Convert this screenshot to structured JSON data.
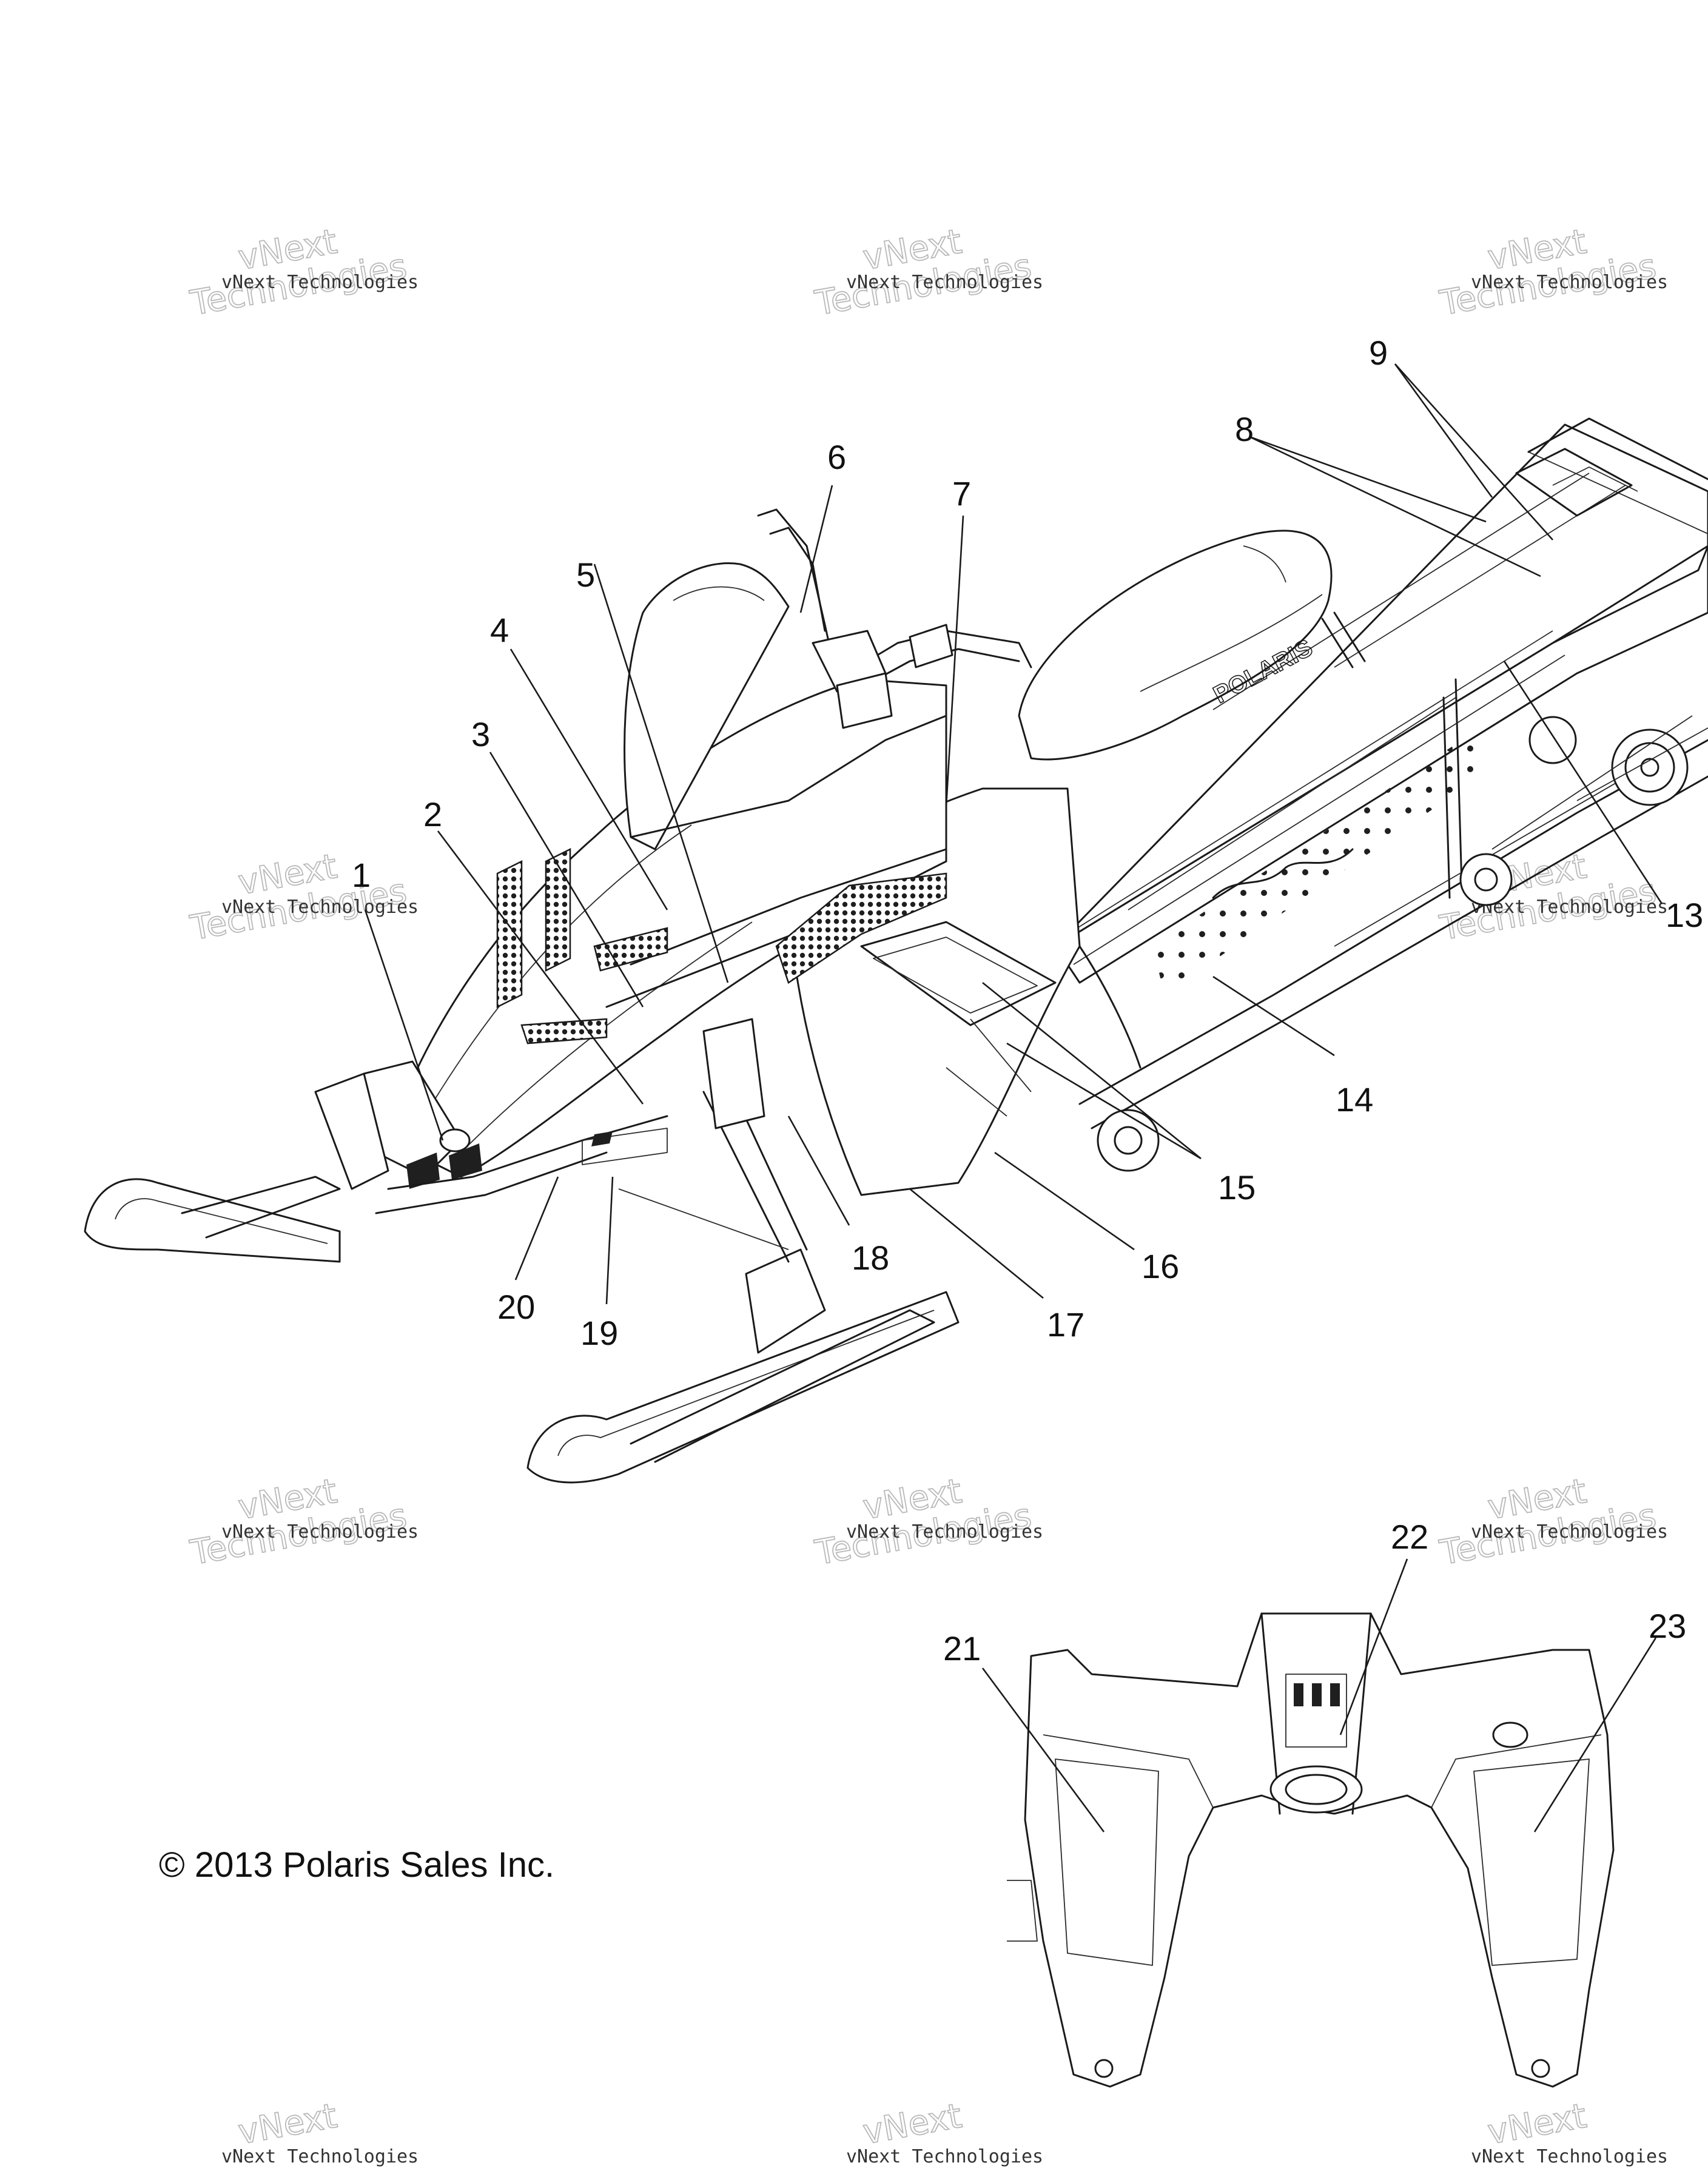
{
  "figure": {
    "copyright": "© 2013 Polaris Sales Inc.",
    "seat_brand": "POLARIS",
    "watermark_line1": "vNext Technologies",
    "watermark_line2": "vNext\nTechnologies"
  },
  "callouts": [
    {
      "id": "1",
      "label": "1"
    },
    {
      "id": "2",
      "label": "2"
    },
    {
      "id": "3",
      "label": "3"
    },
    {
      "id": "4",
      "label": "4"
    },
    {
      "id": "5",
      "label": "5"
    },
    {
      "id": "6",
      "label": "6"
    },
    {
      "id": "7",
      "label": "7"
    },
    {
      "id": "8",
      "label": "8"
    },
    {
      "id": "9",
      "label": "9"
    },
    {
      "id": "13",
      "label": "13"
    },
    {
      "id": "14",
      "label": "14"
    },
    {
      "id": "15",
      "label": "15"
    },
    {
      "id": "16",
      "label": "16"
    },
    {
      "id": "17",
      "label": "17"
    },
    {
      "id": "18",
      "label": "18"
    },
    {
      "id": "19",
      "label": "19"
    },
    {
      "id": "20",
      "label": "20"
    },
    {
      "id": "21",
      "label": "21"
    },
    {
      "id": "22",
      "label": "22"
    },
    {
      "id": "23",
      "label": "23"
    }
  ]
}
